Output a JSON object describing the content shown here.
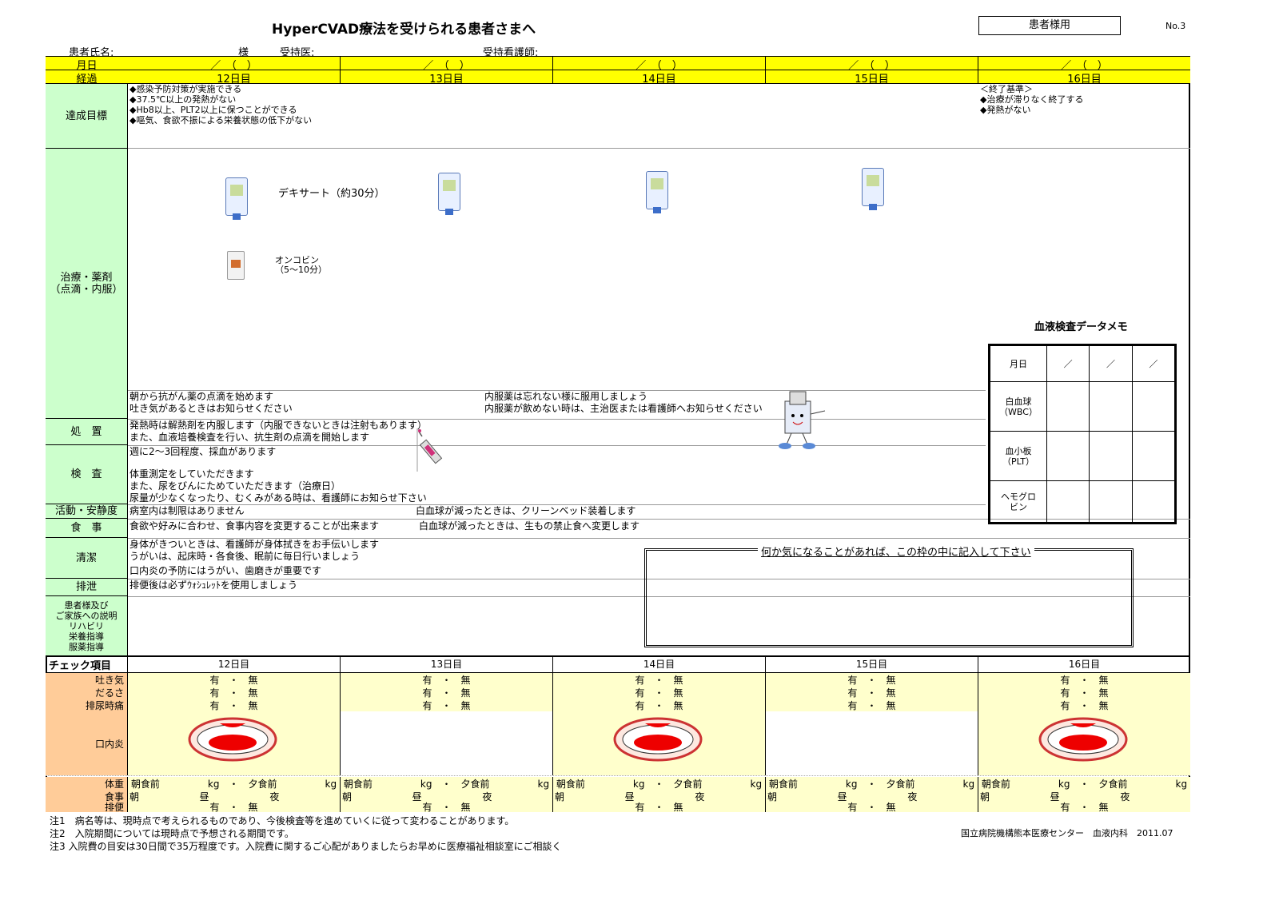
{
  "header": {
    "title": "HyperCVAD療法を受けられる患者さまへ",
    "patient_box": "患者様用",
    "page_no": "No.3",
    "patient_name_label": "患者氏名:",
    "sama": "様",
    "doctor_label": "受持医:",
    "nurse_label": "受持看護師:"
  },
  "rows": {
    "month_label": "月日",
    "course_label": "経過",
    "date_placeholder": "／　（　）",
    "days": [
      "12日目",
      "13日目",
      "14日目",
      "15日目",
      "16日目"
    ]
  },
  "goals": {
    "label": "達成目標",
    "items": [
      "◆感染予防対策が実施できる",
      "◆37.5℃以上の発熱がない",
      "◆Hb8以上、PLT2以上に保つことができる",
      "◆嘔気、食欲不振による栄養状態の低下がない"
    ],
    "end_items": [
      "＜終了基準＞",
      "◆治療が滞りなく終了する",
      "◆発熱がない"
    ]
  },
  "treatment": {
    "label1": "治療・薬剤",
    "label2": "（点滴・内服）",
    "dexa": "デキサート（約30分）",
    "onco1": "オンコビン",
    "onco2": "（5～10分）",
    "note1": "朝から抗がん薬の点滴を始めます",
    "note2": "吐き気があるときはお知らせください",
    "note3": "内服薬は忘れない様に服用しましょう",
    "note4": "内服薬が飲めない時は、主治医または看護師へお知らせください"
  },
  "memo": {
    "title": "血液検査データメモ",
    "date_label": "月日",
    "slash": "／",
    "wbc1": "白血球",
    "wbc2": "（WBC）",
    "plt1": "血小板",
    "plt2": "（PLT）",
    "hb1": "ヘモグロ",
    "hb2": "ビン"
  },
  "procedure": {
    "label": "処　置",
    "line1": "発熱時は解熱剤を内服します（内服できないときは注射もあります）",
    "line2": "また、血液培養検査を行い、抗生剤の点滴を開始します"
  },
  "exam": {
    "label": "検　査",
    "line1": "週に2～3回程度、採血があります",
    "line2": "体重測定をしていただきます",
    "line3": "また、尿をびんにためていただきます（治療日）",
    "line4": "尿量が少なくなったり、むくみがある時は、看護師にお知らせ下さい"
  },
  "activity": {
    "label": "活動・安静度",
    "line1": "病室内は制限はありません",
    "line2": "白血球が減ったときは、クリーンベッド装着します"
  },
  "meal": {
    "label": "食　事",
    "line1": "食欲や好みに合わせ、食事内容を変更することが出来ます",
    "line2": "白血球が減ったときは、生もの禁止食へ変更します"
  },
  "hygiene": {
    "label": "清潔",
    "line1": "身体がきついときは、看護師が身体拭きをお手伝いします",
    "line2": "うがいは、起床時・各食後、眠前に毎日行いましょう",
    "line3": "口内炎の予防にはうがい、歯磨きが重要です"
  },
  "excretion": {
    "label": "排泄",
    "line1": "排便後は必ずｳｫｼｭﾚｯﾄを使用しましょう"
  },
  "explain": {
    "l1": "患者様及び",
    "l2": "ご家族への説明",
    "l3": "リハビリ",
    "l4": "栄養指導",
    "l5": "服薬指導"
  },
  "note_box": {
    "caption": "何か気になることがあれば、この枠の中に記入して下さい"
  },
  "check": {
    "label": "チェック項目",
    "nausea": "吐き気",
    "fatigue": "だるさ",
    "urine_pain": "排尿時痛",
    "stomatitis": "口内炎",
    "weight": "体重",
    "meals": "食事",
    "bowel": "排便",
    "yes_no": "有　・　無",
    "weight_text": "朝食前　　　　　kg　・　夕食前　　　　　kg",
    "breakfast": "朝",
    "lunch": "昼",
    "dinner": "夜"
  },
  "footer": {
    "n1": "注1　病名等は、現時点で考えられるものであり、今後検査等を進めていくに従って変わることがあります。",
    "n2": "注2　入院期間については現時点で予想される期間です。",
    "n3": "注3 入院費の目安は30日間で35万程度です。入院費に関するご心配がありましたらお早めに医療福祉相談室にご相談く",
    "org": "国立病院機構熊本医療センター　血液内科　2011.07"
  },
  "colors": {
    "yellow": "#ffff00",
    "green": "#ccffcc",
    "orange": "#ffcc99",
    "light_yellow": "#ffffcc"
  }
}
